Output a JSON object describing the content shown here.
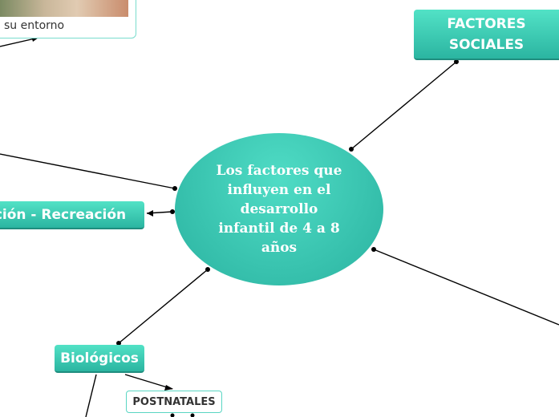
{
  "central": {
    "label": "Los factores que influyen en el desarrollo infantil de 4 a 8 años"
  },
  "nodes": {
    "factores_sociales": "FACTORES SOCIALES",
    "recreacion": "ción - Recreación",
    "biologicos": "Biológicos",
    "postnatales": "POSTNATALES"
  },
  "top_card": {
    "caption": "su entorno"
  },
  "colors": {
    "topic": "#3cc9b2",
    "border": "#1f8d7e",
    "line": "#000000",
    "subtopic_border": "#5ad6c3"
  }
}
